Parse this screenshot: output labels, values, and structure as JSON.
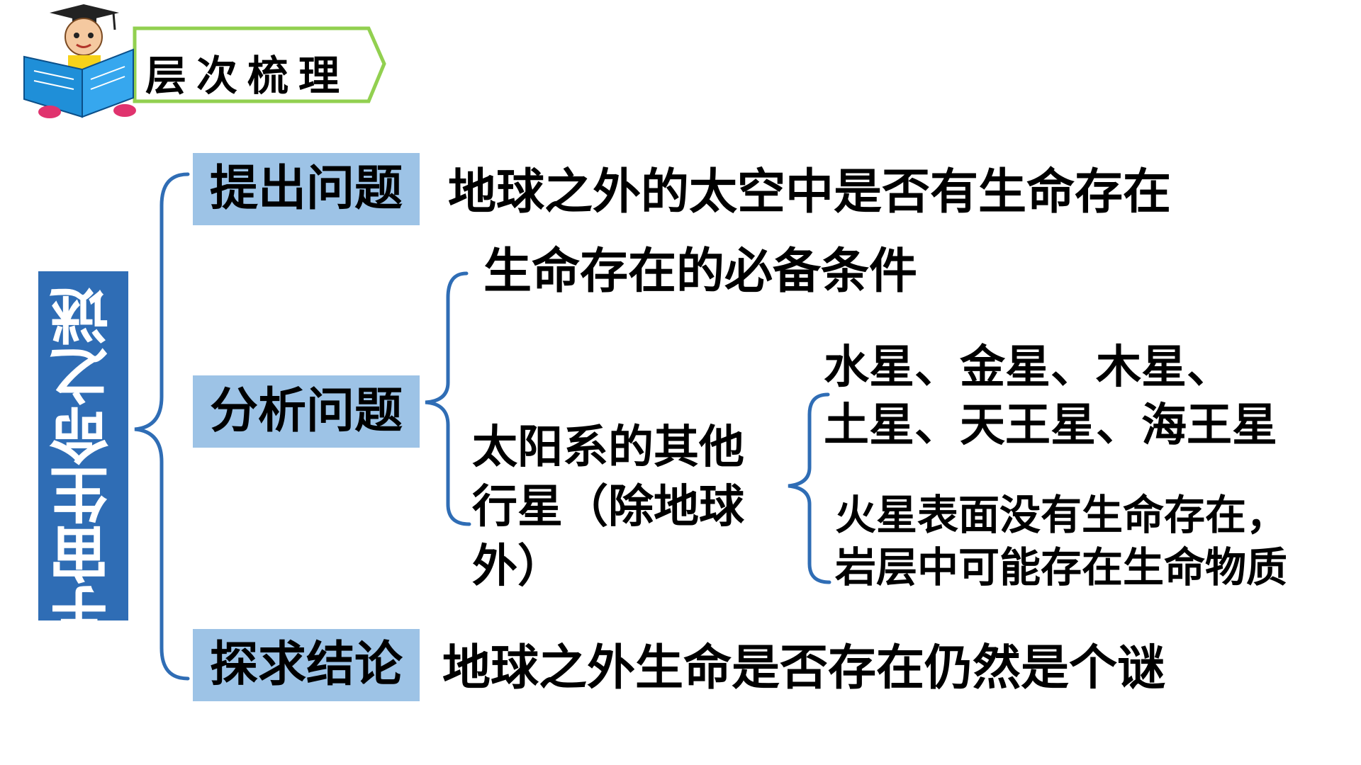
{
  "header": {
    "title": "层次梳理"
  },
  "root": {
    "label": "宇宙生命之谜"
  },
  "branches": [
    {
      "category": "提出问题",
      "content": "地球之外的太空中是否有生命存在"
    },
    {
      "category": "分析问题",
      "sub": {
        "condition": "生命存在的必备条件",
        "planets_label": "太阳系的其他行星（除地球外）",
        "planets_lines": [
          "太阳系的其他",
          "行星（除地球",
          "外）"
        ],
        "leaf1_lines": [
          "水星、金星、木星、",
          "土星、天王星、海王星"
        ],
        "leaf2_lines": [
          "火星表面没有生命存在，",
          "岩层中可能存在生命物质"
        ]
      }
    },
    {
      "category": "探求结论",
      "content": "地球之外生命是否存在仍然是个谜"
    }
  ],
  "colors": {
    "brace": "#2f6db5",
    "root_box": "#2f6db5",
    "category_box": "#9dc3e6",
    "header_arrow": "#92d050"
  }
}
